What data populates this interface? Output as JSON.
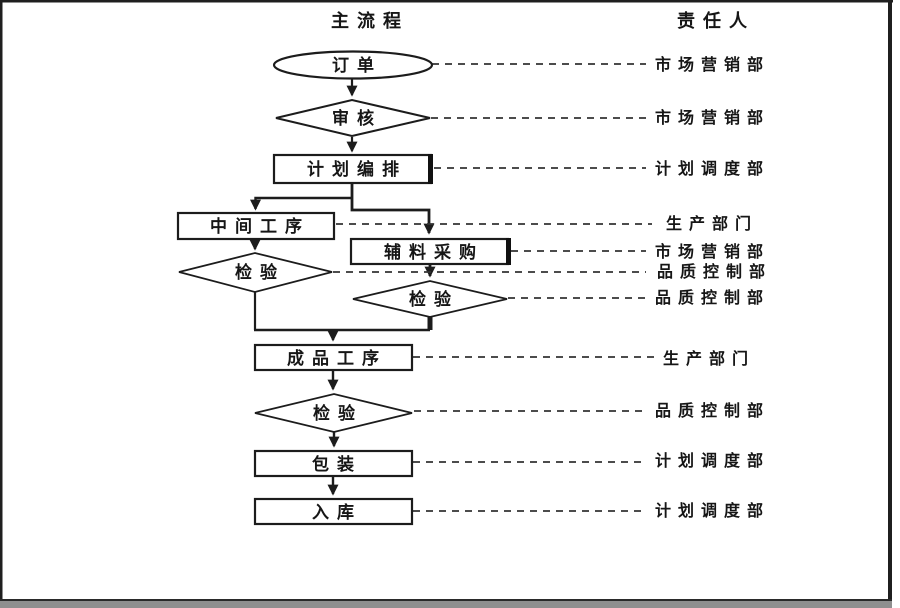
{
  "headers": {
    "main_flow": "主流程",
    "responsible": "责任人"
  },
  "nodes": [
    {
      "id": "order",
      "shape": "ellipse",
      "label": "订单",
      "responsible": "市场营销部"
    },
    {
      "id": "review",
      "shape": "diamond",
      "label": "审核",
      "responsible": "市场营销部"
    },
    {
      "id": "plan-scheduling",
      "shape": "process",
      "label": "计划编排",
      "responsible": "计划调度部"
    },
    {
      "id": "intermediate-process",
      "shape": "process",
      "label": "中间工序",
      "responsible": "生产部门"
    },
    {
      "id": "auxiliary-purchase",
      "shape": "process",
      "label": "辅料采购",
      "responsible": "市场营销部"
    },
    {
      "id": "inspection-intermediate",
      "shape": "diamond",
      "label": "检验",
      "responsible": "品质控制部"
    },
    {
      "id": "inspection-auxiliary",
      "shape": "diamond",
      "label": "检验",
      "responsible": "品质控制部"
    },
    {
      "id": "finished-process",
      "shape": "process",
      "label": "成品工序",
      "responsible": "生产部门"
    },
    {
      "id": "inspection-final",
      "shape": "diamond",
      "label": "检验",
      "responsible": "品质控制部"
    },
    {
      "id": "packaging",
      "shape": "process",
      "label": "包装",
      "responsible": "计划调度部"
    },
    {
      "id": "warehousing",
      "shape": "process",
      "label": "入库",
      "responsible": "计划调度部"
    }
  ],
  "edges": [
    {
      "from": "order",
      "to": "review"
    },
    {
      "from": "review",
      "to": "plan-scheduling"
    },
    {
      "from": "plan-scheduling",
      "to": "intermediate-process"
    },
    {
      "from": "plan-scheduling",
      "to": "auxiliary-purchase"
    },
    {
      "from": "intermediate-process",
      "to": "inspection-intermediate"
    },
    {
      "from": "auxiliary-purchase",
      "to": "inspection-auxiliary"
    },
    {
      "from": "inspection-intermediate",
      "to": "finished-process"
    },
    {
      "from": "inspection-auxiliary",
      "to": "finished-process"
    },
    {
      "from": "finished-process",
      "to": "inspection-final"
    },
    {
      "from": "inspection-final",
      "to": "packaging"
    },
    {
      "from": "packaging",
      "to": "warehousing"
    }
  ],
  "colors": {
    "line": "#1c1c1c",
    "dash": "#333333",
    "background": "#ffffff",
    "border": "#1f1f1f",
    "border_bottom_band": "#8f8f8f"
  }
}
